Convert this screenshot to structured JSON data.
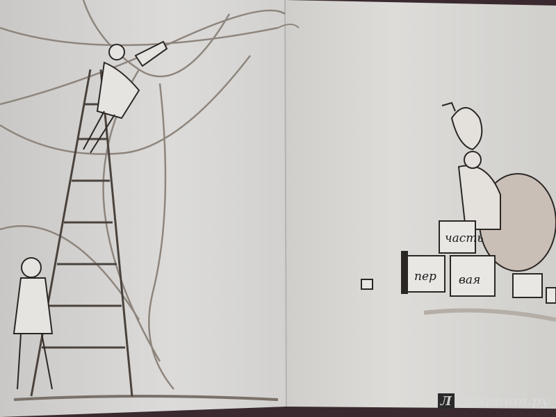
{
  "illustration": {
    "blocks": {
      "top": "часть",
      "left": "пер",
      "right": "вая"
    }
  },
  "watermark": {
    "logo_letter": "Л",
    "text": "абиринт.ру"
  },
  "colors": {
    "page_left": "#d9d8d6",
    "page_right": "#dcdbd8",
    "ink": "#2a2624",
    "wash": "#9a8f86"
  }
}
